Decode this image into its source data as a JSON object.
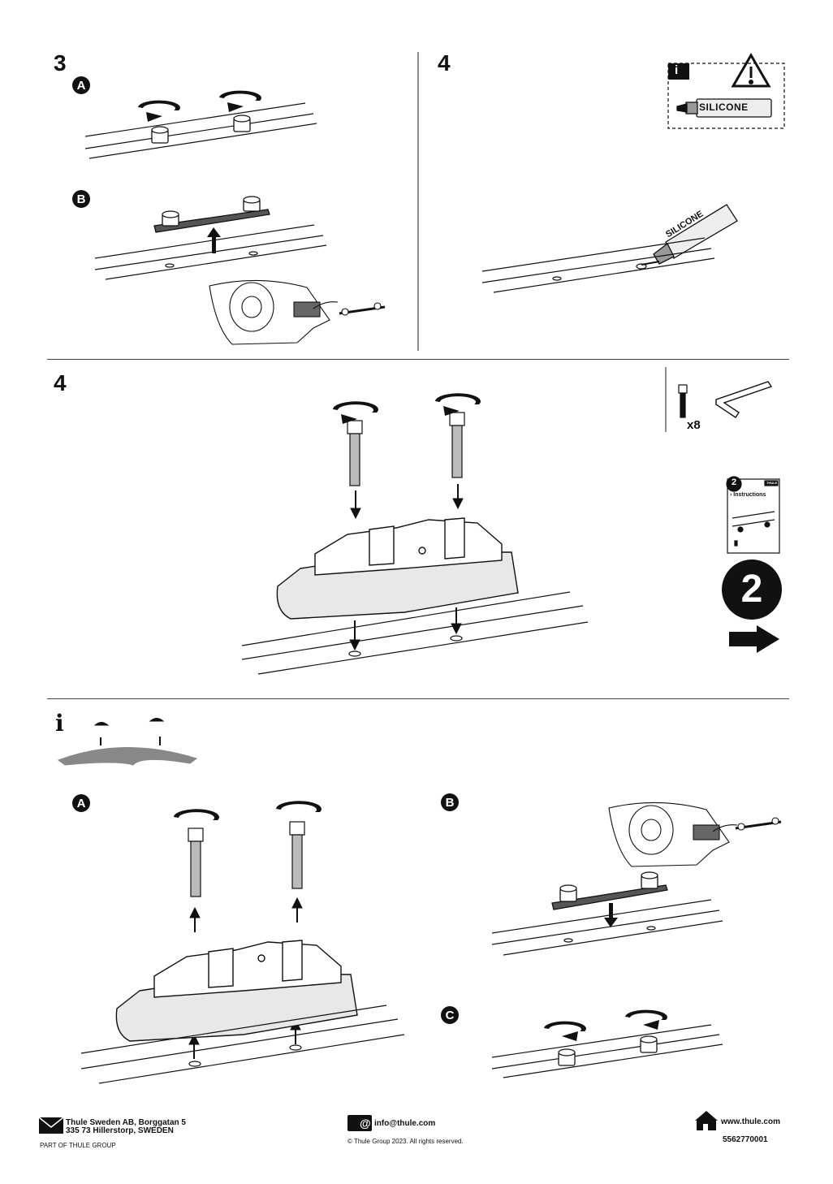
{
  "steps": {
    "step3": {
      "number": "3",
      "sub_a": "A",
      "sub_b": "B"
    },
    "step4_top": {
      "number": "4"
    },
    "step4_main": {
      "number": "4",
      "qty": "x8"
    },
    "info": {
      "symbol": "i",
      "label": "i"
    },
    "bottom": {
      "sub_a": "A",
      "sub_b": "B",
      "sub_c": "C"
    }
  },
  "silicone": {
    "tube_label": "SILICONE",
    "tube_label_2": "SILICONE"
  },
  "booklet": {
    "number": "2",
    "title": "› Instructions",
    "brand": "THULE"
  },
  "next": {
    "number": "2"
  },
  "footer": {
    "address_line1": "Thule Sweden AB, Borggatan 5",
    "address_line2": "335 73 Hillerstorp, SWEDEN",
    "group": "PART OF THULE GROUP",
    "email": "info@thule.com",
    "copyright": "© Thule Group 2023. All rights reserved.",
    "web": "www.thule.com",
    "code": "5562770001"
  },
  "colors": {
    "ink": "#111111",
    "rule": "#444444",
    "grey": "#888888"
  }
}
